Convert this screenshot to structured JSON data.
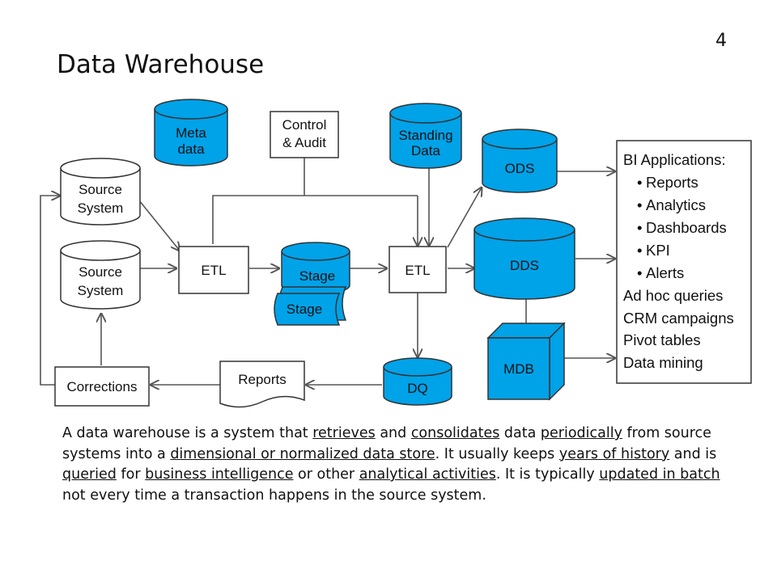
{
  "slide": {
    "number": "4",
    "title": "Data Warehouse"
  },
  "diagram": {
    "nodes": {
      "meta_data": [
        "Meta",
        "data"
      ],
      "control_audit": [
        "Control",
        "& Audit"
      ],
      "standing_data": [
        "Standing",
        "Data"
      ],
      "ods": "ODS",
      "source_1": [
        "Source",
        "System"
      ],
      "source_2": [
        "Source",
        "System"
      ],
      "etl_1": "ETL",
      "stage_1": "Stage",
      "stage_2": "Stage",
      "etl_2": "ETL",
      "dds": "DDS",
      "mdb": "MDB",
      "dq": "DQ",
      "reports": "Reports",
      "corrections": "Corrections"
    },
    "bi_panel": {
      "heading": "BI Applications:",
      "bullets": [
        "Reports",
        "Analytics",
        "Dashboards",
        "KPI",
        "Alerts"
      ],
      "items": [
        "Ad hoc queries",
        "CRM campaigns",
        "Pivot tables",
        "Data mining"
      ]
    },
    "colors": {
      "db_fill": "#00a2e8",
      "stroke": "#333333",
      "arrow": "#555555",
      "source_fill": "#ffffff"
    }
  },
  "description": {
    "segments": [
      {
        "text": "A data warehouse is a system that ",
        "u": false
      },
      {
        "text": "retrieves",
        "u": true
      },
      {
        "text": " and ",
        "u": false
      },
      {
        "text": "consolidates",
        "u": true
      },
      {
        "text": " data ",
        "u": false
      },
      {
        "text": "periodically",
        "u": true
      },
      {
        "text": " from source systems into a ",
        "u": false
      },
      {
        "text": "dimensional or normalized data store",
        "u": true
      },
      {
        "text": ". It usually keeps ",
        "u": false
      },
      {
        "text": "years of history",
        "u": true
      },
      {
        "text": " and is ",
        "u": false
      },
      {
        "text": "queried",
        "u": true
      },
      {
        "text": " for ",
        "u": false
      },
      {
        "text": "business intelligence",
        "u": true
      },
      {
        "text": " or other ",
        "u": false
      },
      {
        "text": "analytical activities",
        "u": true
      },
      {
        "text": ". It is typically ",
        "u": false
      },
      {
        "text": "updated in batch",
        "u": true
      },
      {
        "text": " not every time a transaction happens in the source system.",
        "u": false
      }
    ]
  }
}
